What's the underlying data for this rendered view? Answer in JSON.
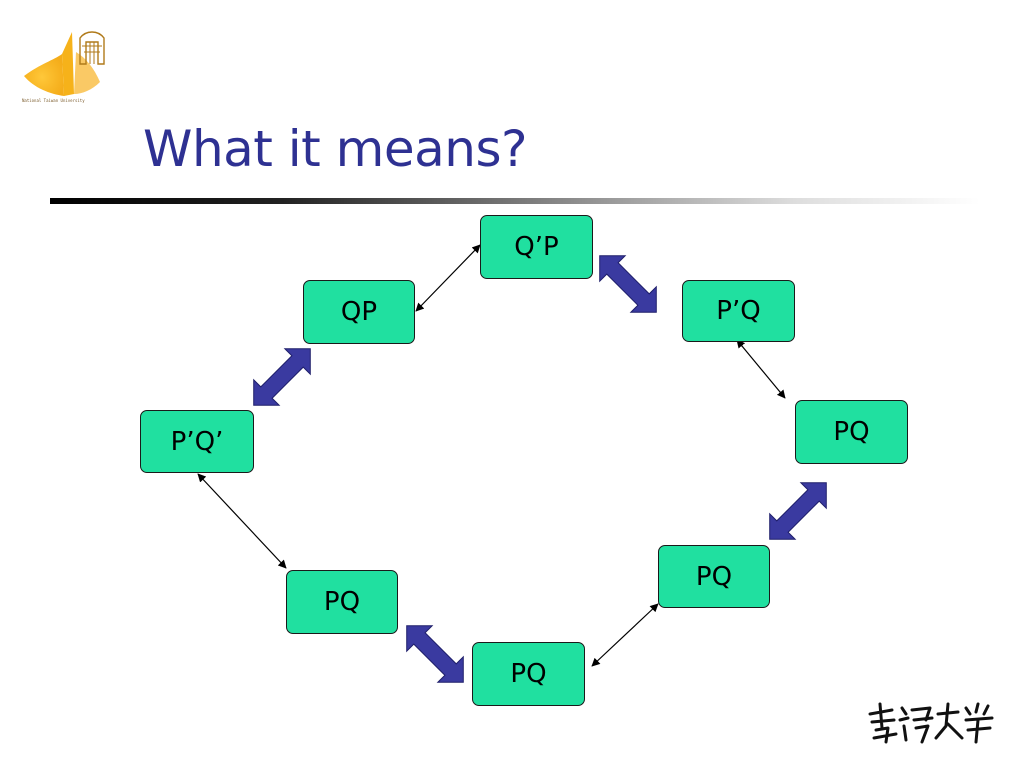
{
  "header": {
    "title": "What it means?",
    "logo_caption": "National Taiwan University"
  },
  "diagram": {
    "nodes": [
      {
        "id": "q-prime-p-top",
        "label": "Q’P"
      },
      {
        "id": "qp-upper-left",
        "label": "QP"
      },
      {
        "id": "p-prime-q-upper-right",
        "label": "P’Q"
      },
      {
        "id": "p-prime-q-prime-left",
        "label": "P’Q’"
      },
      {
        "id": "pq-right",
        "label": "PQ"
      },
      {
        "id": "pq-lower-right",
        "label": "PQ"
      },
      {
        "id": "pq-lower-left",
        "label": "PQ"
      },
      {
        "id": "pq-bottom",
        "label": "PQ"
      }
    ],
    "colors": {
      "node_fill": "#20e0a0",
      "thick_arrow": "#3a3aa0",
      "title": "#2e3192"
    }
  },
  "footer": {
    "seal_icon": "ntu-calligraphy-seal-icon"
  }
}
